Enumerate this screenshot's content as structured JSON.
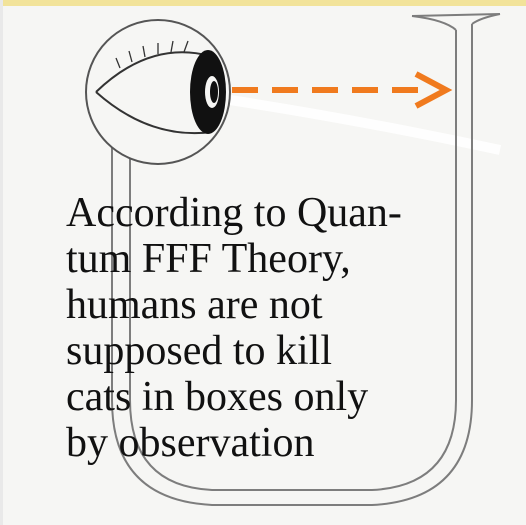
{
  "caption": {
    "lines": [
      "According to Quan-",
      "tum FFF Theory,",
      "humans are not",
      "supposed to kill",
      "cats in boxes only",
      "by observation"
    ]
  },
  "colors": {
    "arrow": "#f07a1e",
    "tube_outline": "#7d7d7d",
    "background": "#f6f6f4",
    "text": "#111111",
    "eye_pupil": "#111111",
    "top_strip": "#f2e39a"
  },
  "icons": {
    "eye": "eye-icon",
    "arrow": "dashed-arrow-right"
  }
}
